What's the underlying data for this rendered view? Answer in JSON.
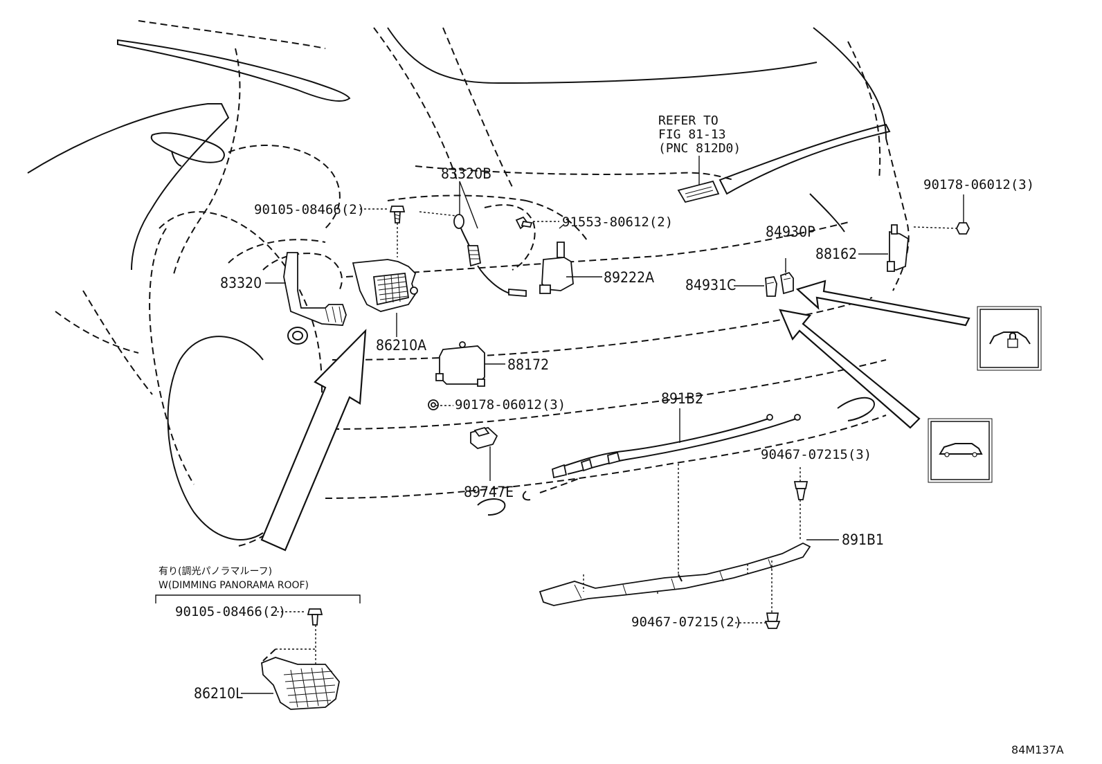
{
  "diagram": {
    "id_code": "84M137A",
    "refer_note": [
      "REFER TO",
      "FIG 81-13",
      "(PNC 812D0)"
    ],
    "option_note": {
      "jp": "有り(調光パノラマルーフ)",
      "en": "W(DIMMING PANORAMA ROOF)"
    },
    "labels": {
      "p83320B": "83320B",
      "p90105a": "90105-08466(2)",
      "p91553": "91553-80612(2)",
      "p83320": "83320",
      "p89222A": "89222A",
      "p86210A": "86210A",
      "p88172": "88172",
      "p90178b": "90178-06012(3)",
      "p891B2": "891B2",
      "p89747E": "89747E",
      "p84930P": "84930P",
      "p84931C": "84931C",
      "p88162": "88162",
      "p90178a": "90178-06012(3)",
      "p90467a": "90467-07215(3)",
      "p891B1": "891B1",
      "p90467b": "90467-07215(2)",
      "p90105b": "90105-08466(2)",
      "p86210L": "86210L"
    },
    "icons": [
      "car-lock-icon",
      "car-side-icon"
    ]
  }
}
